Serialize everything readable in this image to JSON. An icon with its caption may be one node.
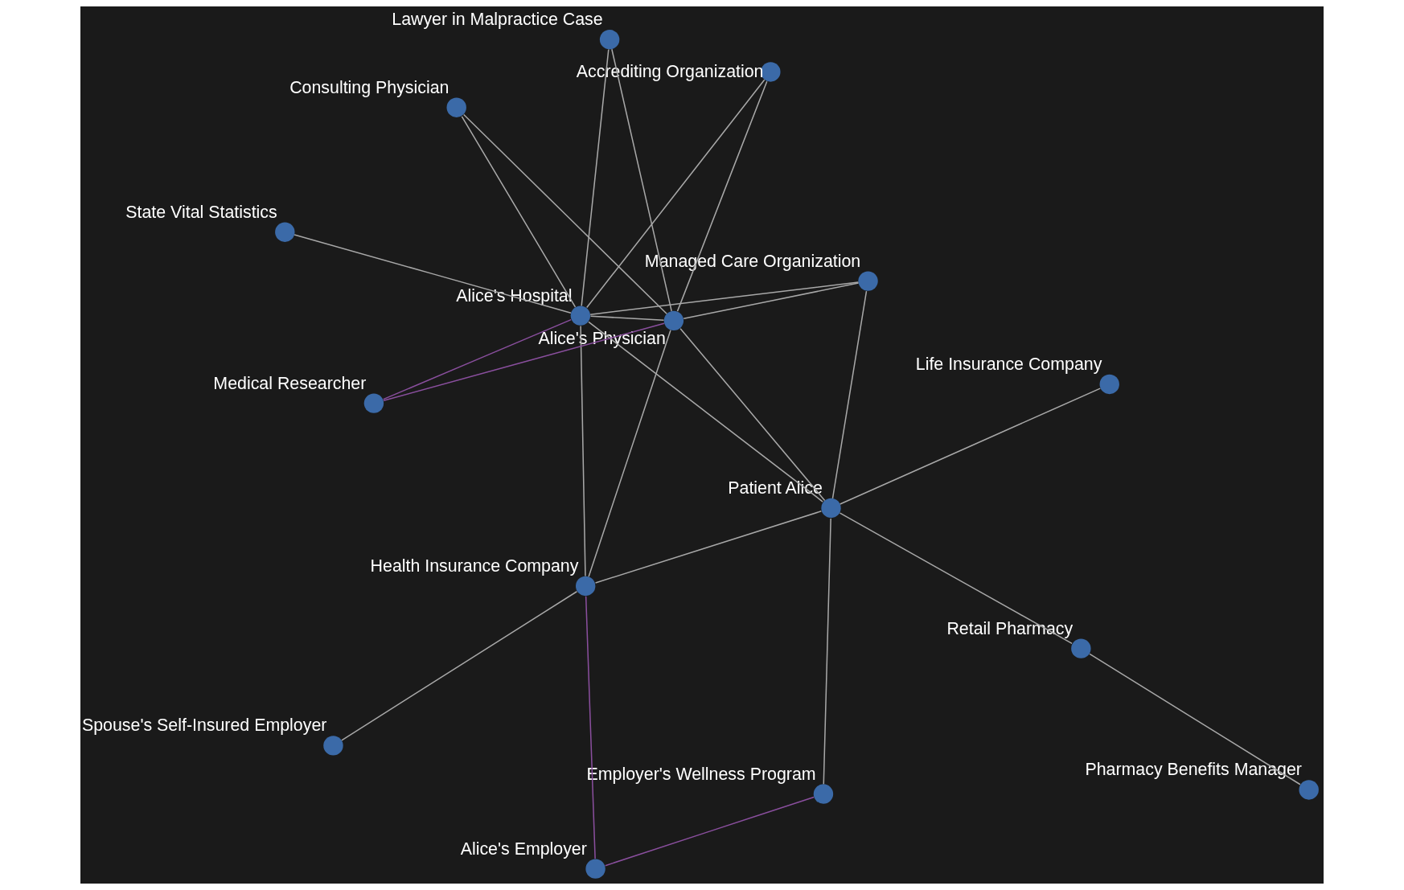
{
  "diagram": {
    "nodes": [
      {
        "text": [
          "Spouse's Self-Insured Employer"
        ]
      },
      {
        "text": [
          "Alice's Employer"
        ]
      },
      {
        "text": [
          "Employer's Wellness Program"
        ]
      },
      {
        "text": [
          "Life Insurance Company"
        ]
      },
      {
        "text": [
          "Health Insurance Company"
        ]
      },
      {
        "text": [
          "Consulting Physician"
        ]
      },
      {
        "text": [
          "Pharmacy Benefits Manager"
        ]
      },
      {
        "text": [
          "Patient Alice"
        ]
      },
      {
        "text": [
          "State Vital Statistics"
        ]
      },
      {
        "text": [
          "Retail Pharmacy"
        ]
      },
      {
        "text": [
          "Alice's Physician"
        ]
      },
      {
        "text": [
          "Alice's Hospital"
        ]
      },
      {
        "text": [
          "Managed Care Organization"
        ]
      },
      {
        "text": [
          "Accrediting Organization"
        ]
      },
      {
        "text": [
          "Lawyer in Malpractice Case"
        ]
      },
      {
        "text": [
          "Medical Researcher"
        ]
      }
    ],
    "edges": [
      {
        "from": 1,
        "to": 2,
        "arrow": "none",
        "color": "#8a4f9e"
      },
      {
        "from": 1,
        "to": 4,
        "arrow": "none",
        "color": "#8a4f9e"
      },
      {
        "from": 0,
        "to": 4,
        "arrow": "none"
      },
      {
        "from": 2,
        "to": 7,
        "arrow": "none"
      },
      {
        "from": 3,
        "to": 7,
        "arrow": "none"
      },
      {
        "from": 4,
        "to": 7,
        "arrow": "none"
      },
      {
        "from": 4,
        "to": 11,
        "arrow": "none"
      },
      {
        "from": 4,
        "to": 10,
        "arrow": "none"
      },
      {
        "from": 5,
        "to": 11,
        "arrow": "none"
      },
      {
        "from": 5,
        "to": 10,
        "arrow": "none"
      },
      {
        "from": 6,
        "to": 9,
        "arrow": "none"
      },
      {
        "from": 7,
        "to": 9,
        "arrow": "none"
      },
      {
        "from": 7,
        "to": 11,
        "arrow": "none"
      },
      {
        "from": 7,
        "to": 10,
        "arrow": "none"
      },
      {
        "from": 7,
        "to": 12,
        "arrow": "none"
      },
      {
        "from": 8,
        "to": 11,
        "arrow": "none"
      },
      {
        "from": 10,
        "to": 11,
        "arrow": "none"
      },
      {
        "from": 10,
        "to": 12,
        "arrow": "none"
      },
      {
        "from": 11,
        "to": 12,
        "arrow": "none"
      },
      {
        "from": 10,
        "to": 13,
        "arrow": "none"
      },
      {
        "from": 10,
        "to": 15,
        "arrow": "none",
        "color": "#8a4f9e"
      },
      {
        "from": 10,
        "to": 14,
        "arrow": "none"
      },
      {
        "from": 11,
        "to": 14,
        "arrow": "none"
      },
      {
        "from": 11,
        "to": 15,
        "arrow": "none",
        "color": "#8a4f9e"
      },
      {
        "from": 11,
        "to": 13,
        "arrow": "none"
      }
    ]
  }
}
